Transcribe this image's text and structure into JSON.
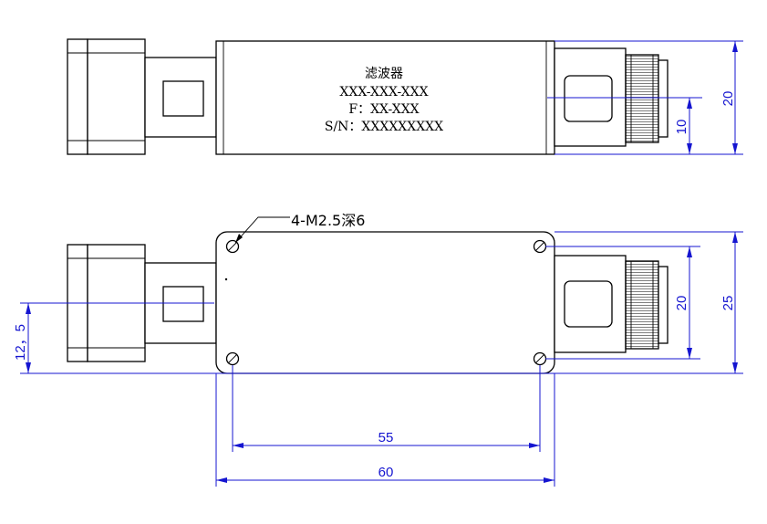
{
  "label": {
    "name": "滤波器",
    "model": "XXX-XXX-XXX",
    "freq": "F：XX-XXX",
    "serial": "S/N：XXXXXXXXX"
  },
  "note": {
    "holes": "4-M2.5深6"
  },
  "dimensions": {
    "top_height": "20",
    "top_center": "10",
    "bottom_height": "25",
    "hole_spacing_v": "20",
    "offset": "12，5",
    "hole_spacing_h": "55",
    "body_length": "60"
  },
  "colors": {
    "outline": "#000000",
    "dimension": "#1515d0"
  }
}
